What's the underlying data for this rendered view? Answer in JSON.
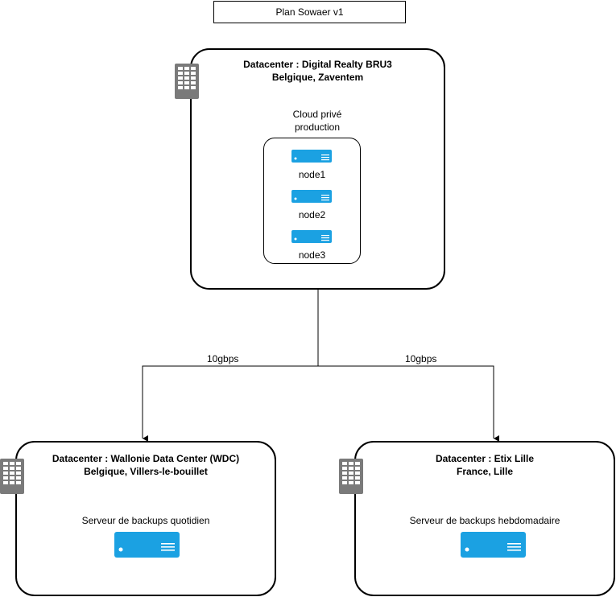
{
  "title": "Plan Sowaer v1",
  "main_dc": {
    "name": "Datacenter : Digital Realty BRU3",
    "location": "Belgique, Zaventem",
    "cluster_label_1": "Cloud privé",
    "cluster_label_2": "production",
    "nodes": [
      "node1",
      "node2",
      "node3"
    ]
  },
  "links": {
    "left": "10gbps",
    "right": "10gbps"
  },
  "backup_left": {
    "name": "Datacenter : Wallonie Data Center (WDC)",
    "location": "Belgique, Villers-le-bouillet",
    "server_label": "Serveur de backups quotidien"
  },
  "backup_right": {
    "name": "Datacenter : Etix Lille",
    "location": "France, Lille",
    "server_label": "Serveur de backups hebdomadaire"
  },
  "colors": {
    "server_fill": "#1BA1E2",
    "dc_icon_fill": "#7A7A7A",
    "line": "#000000"
  },
  "icons": {
    "datacenter": "building-rack-icon",
    "server": "server-unit-icon"
  }
}
